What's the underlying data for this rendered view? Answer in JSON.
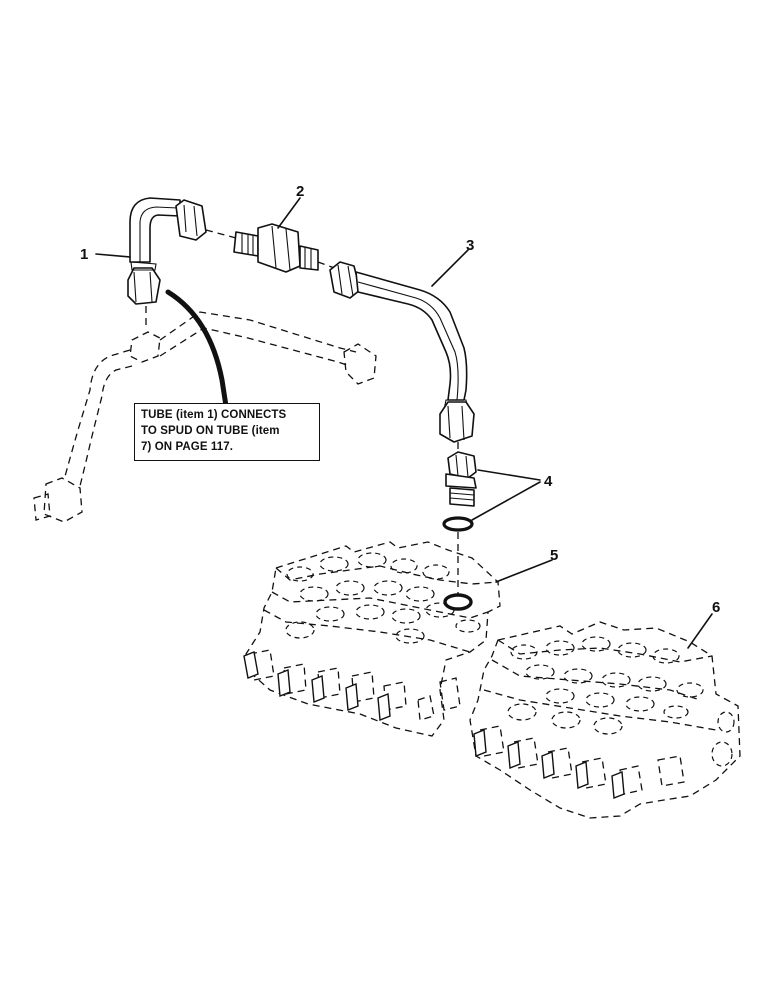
{
  "callouts": [
    {
      "id": "1",
      "label": "1"
    },
    {
      "id": "2",
      "label": "2"
    },
    {
      "id": "3",
      "label": "3"
    },
    {
      "id": "4",
      "label": "4"
    },
    {
      "id": "5",
      "label": "5"
    },
    {
      "id": "6",
      "label": "6"
    }
  ],
  "note": {
    "lines": [
      "TUBE (item 1) CONNECTS",
      "TO SPUD ON TUBE (item",
      "7) ON PAGE 117."
    ]
  },
  "colors": {
    "ink": "#111111",
    "paper": "#ffffff"
  }
}
